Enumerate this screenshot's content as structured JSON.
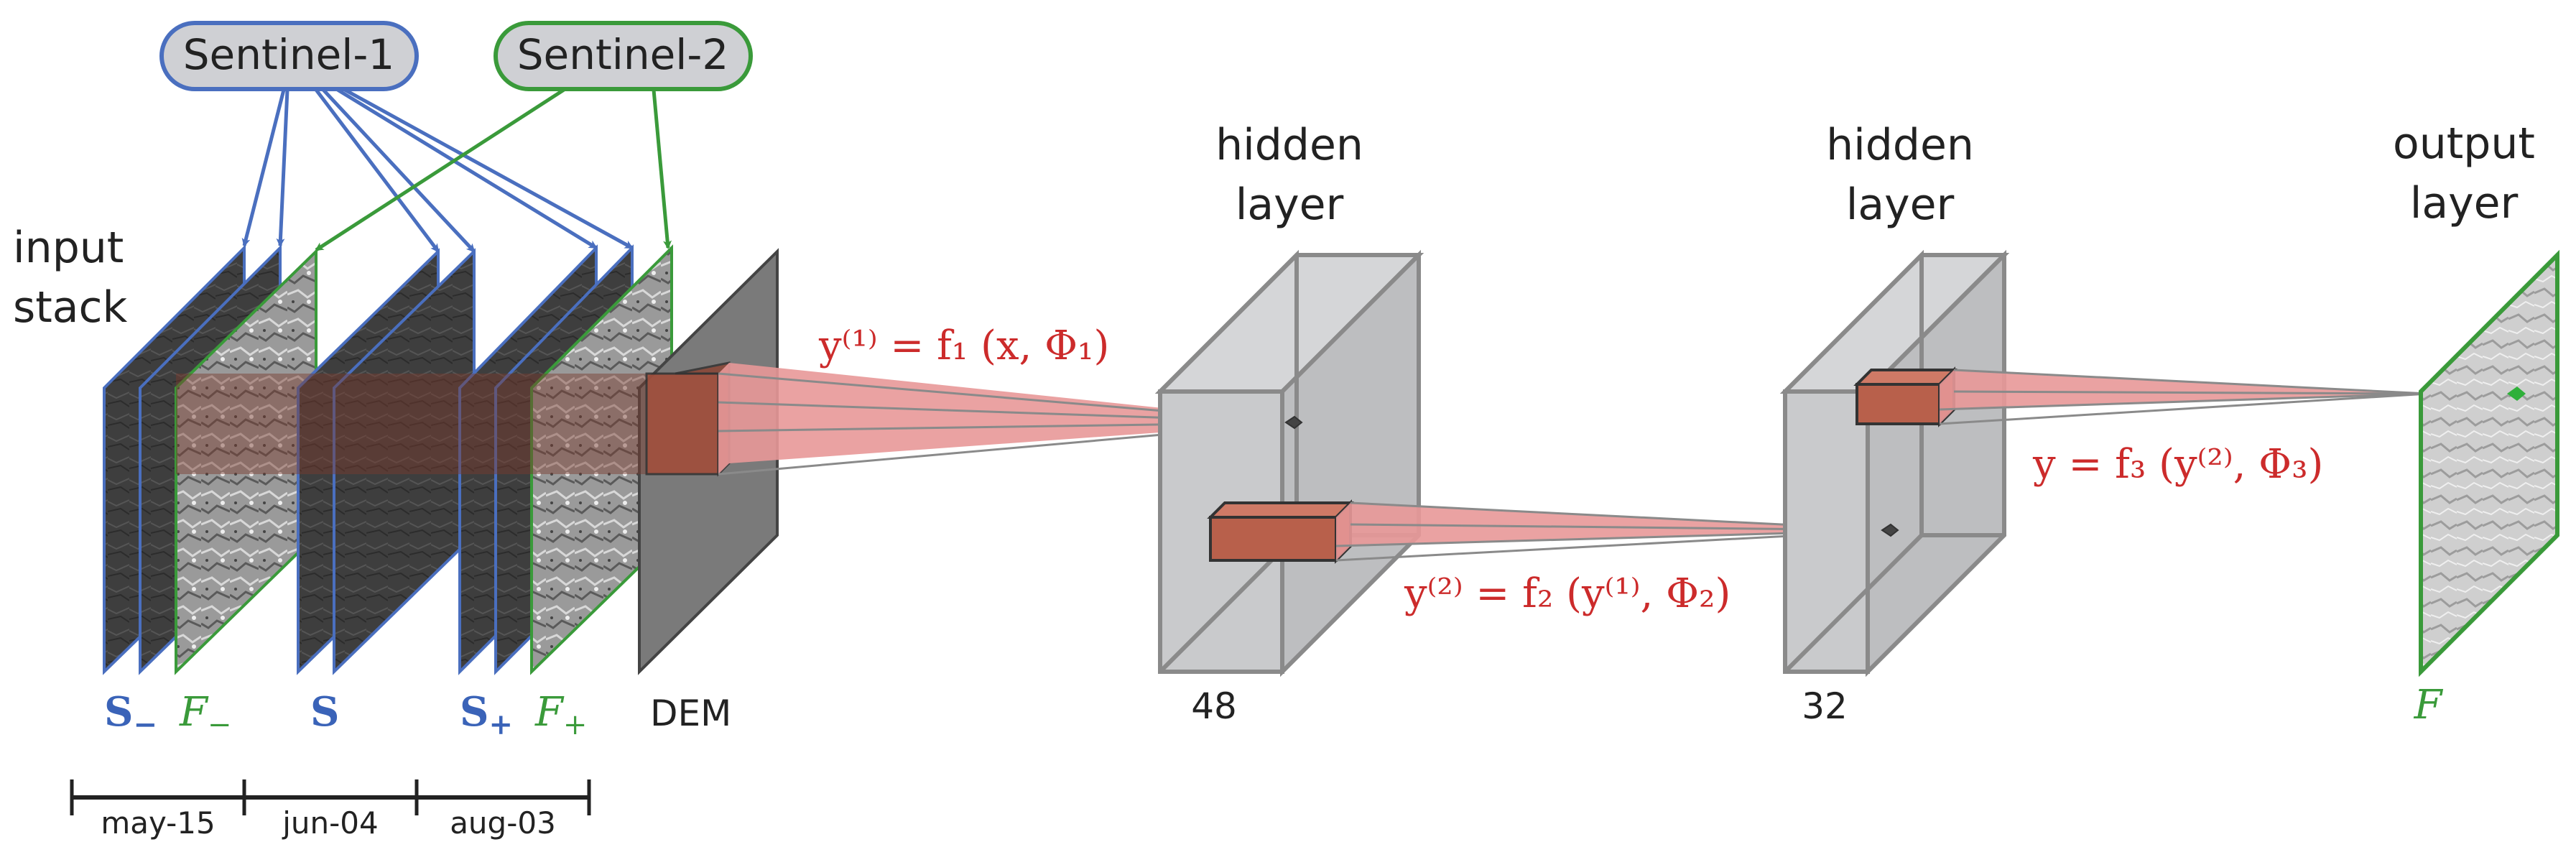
{
  "sources": [
    {
      "label": "Sentinel-1",
      "color": "#4a6fbf",
      "fill": "#cfd0d4"
    },
    {
      "label": "Sentinel-2",
      "color": "#3a9a3a",
      "fill": "#cfd0d4"
    }
  ],
  "input": {
    "title_line1": "input",
    "title_line2": "stack",
    "labels": {
      "s_minus": "S",
      "s_minus_sub": "−",
      "f_minus": "F",
      "f_minus_sub": "−",
      "s": "S",
      "s_plus": "S",
      "s_plus_sub": "+",
      "f_plus": "F",
      "f_plus_sub": "+",
      "dem": "DEM"
    }
  },
  "timeline": [
    "may-15",
    "jun-04",
    "aug-03"
  ],
  "layers": [
    {
      "title_line1": "hidden",
      "title_line2": "layer",
      "size": "48"
    },
    {
      "title_line1": "hidden",
      "title_line2": "layer",
      "size": "32"
    },
    {
      "title_line1": "output",
      "title_line2": "layer",
      "size": "F"
    }
  ],
  "equations": {
    "eq1": "y⁽¹⁾ = f₁ (x, Φ₁)",
    "eq2": "y⁽²⁾ = f₂ (y⁽¹⁾, Φ₂)",
    "eq3": "y = f₃ (y⁽²⁾, Φ₃)"
  },
  "colors": {
    "sentinel1": "#4a6fbf",
    "sentinel2": "#3a9a3a",
    "equation": "#cc2b2b",
    "cone": "#e89898",
    "box": "#c9cacc"
  }
}
